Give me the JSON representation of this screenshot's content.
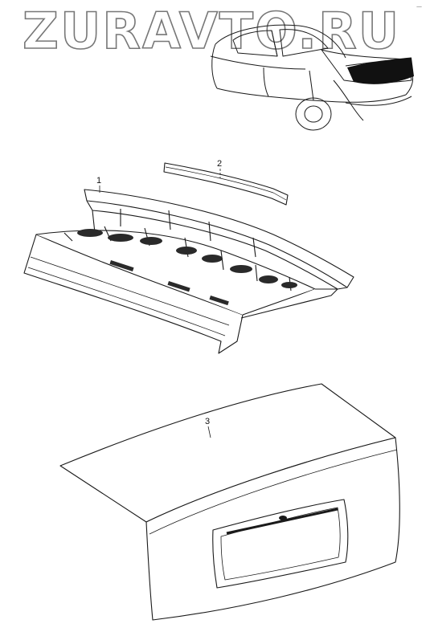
{
  "watermark": {
    "text": "ZURAVTO.RU"
  },
  "corner_mark": "—",
  "parts": [
    {
      "number": "1",
      "name": "rear-shelf-panel"
    },
    {
      "number": "2",
      "name": "rear-window-trim-strip"
    },
    {
      "number": "3",
      "name": "trunk-lid"
    }
  ],
  "colors": {
    "line": "#1a1a1a",
    "background": "#ffffff",
    "watermark_stroke": "#777777"
  }
}
